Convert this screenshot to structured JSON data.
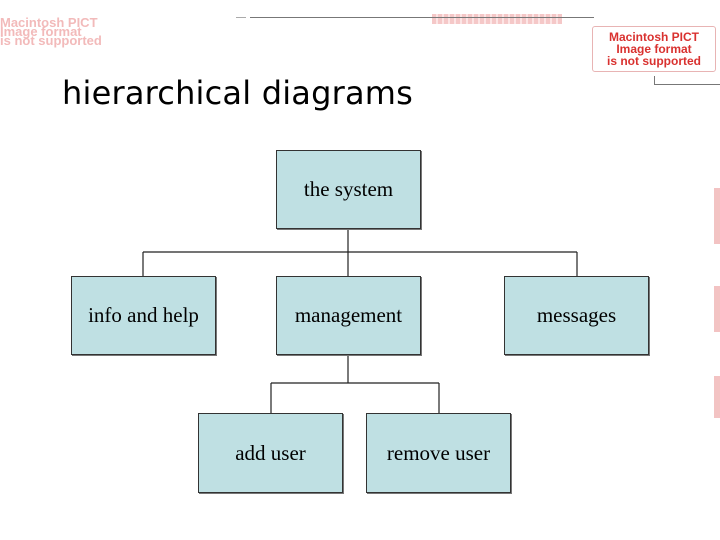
{
  "title": "hierarchical diagrams",
  "pict_notice": {
    "line1": "Macintosh PICT",
    "line2": "Image format",
    "line3": "is not supported"
  },
  "pict_notice_ghost": {
    "line1": "Macintosh PICT",
    "line2": "Image format",
    "line3": "is not supported"
  },
  "nodes": {
    "root": "the system",
    "info": "info and help",
    "management": "management",
    "messages": "messages",
    "add_user": "add user",
    "remove_user": "remove user"
  },
  "colors": {
    "node_fill": "#bfe0e3",
    "notice_red": "#d9312f"
  }
}
